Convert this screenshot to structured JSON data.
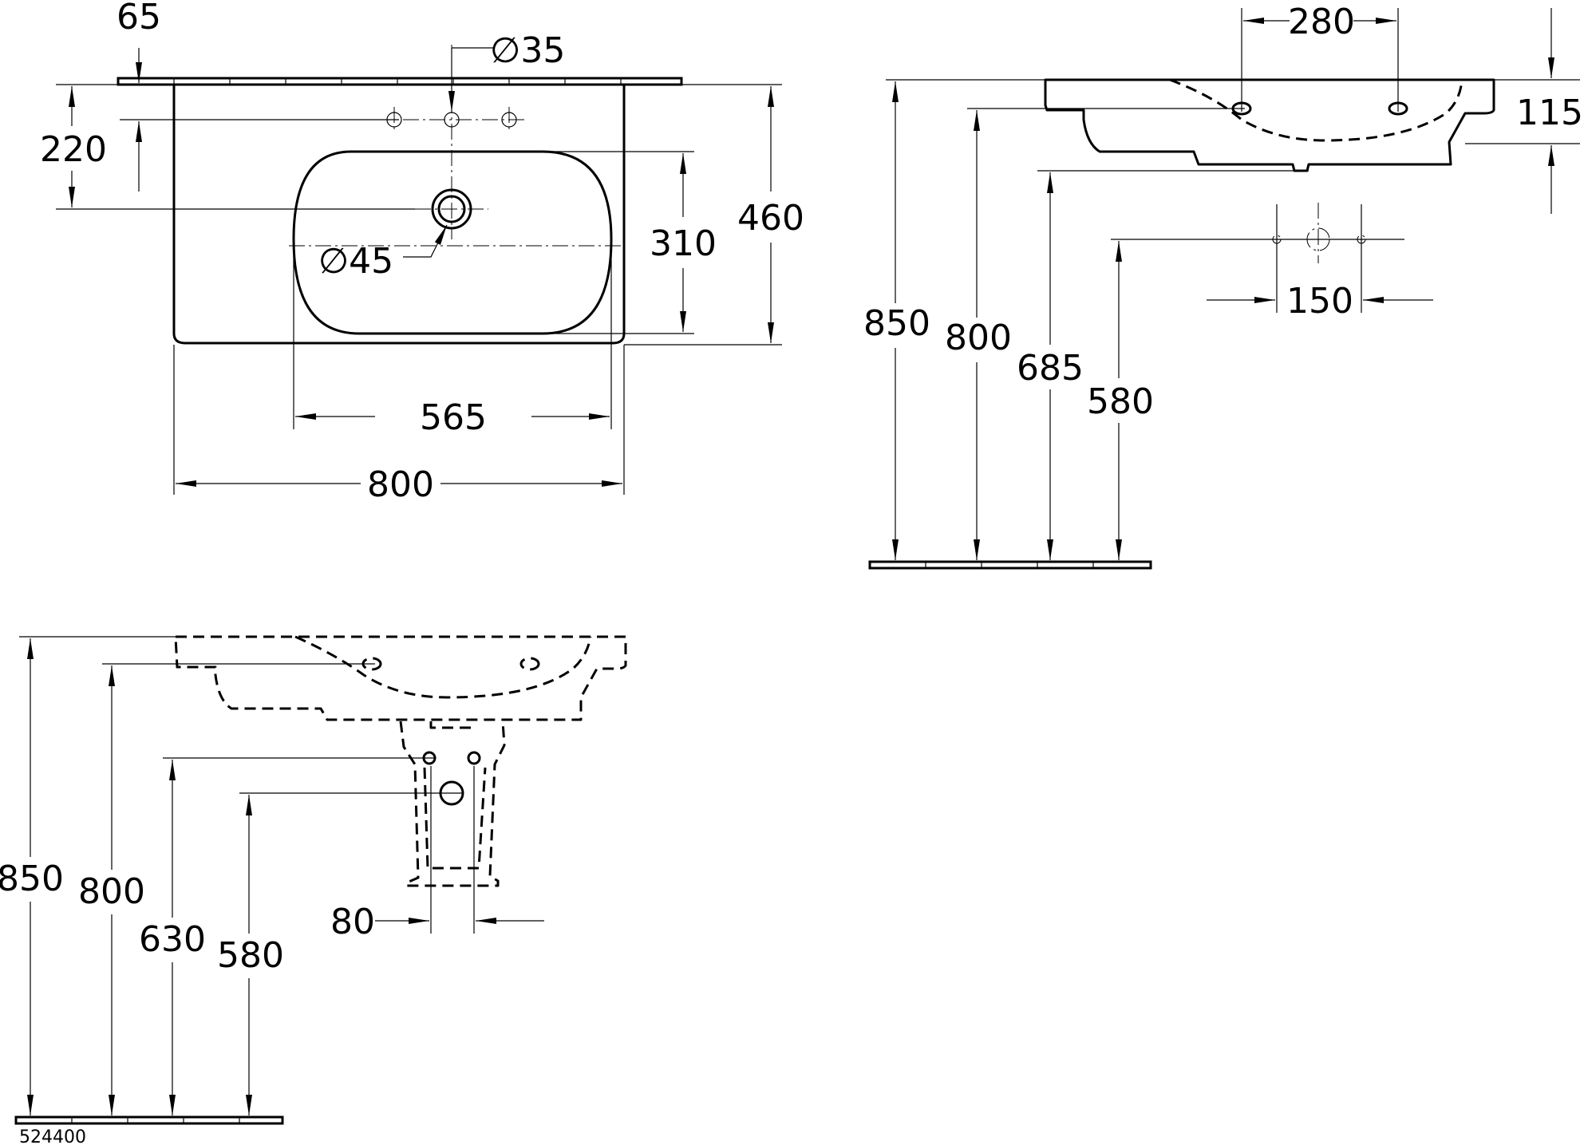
{
  "colors": {
    "line": "#000000",
    "background": "#ffffff"
  },
  "top_view": {
    "dim_65": "65",
    "dim_diameter_35": "∅35",
    "dim_220": "220",
    "dim_310": "310",
    "dim_460": "460",
    "dim_diameter_45": "∅45",
    "dim_565": "565",
    "dim_800": "800"
  },
  "side_view_basin": {
    "dim_280": "280",
    "dim_115": "115",
    "dim_150": "150",
    "dim_850": "850",
    "dim_800": "800",
    "dim_685": "685",
    "dim_580": "580"
  },
  "side_view_pedestal": {
    "dim_850": "850",
    "dim_800": "800",
    "dim_630": "630",
    "dim_580": "580",
    "dim_80": "80"
  },
  "drawing_code": "524400"
}
